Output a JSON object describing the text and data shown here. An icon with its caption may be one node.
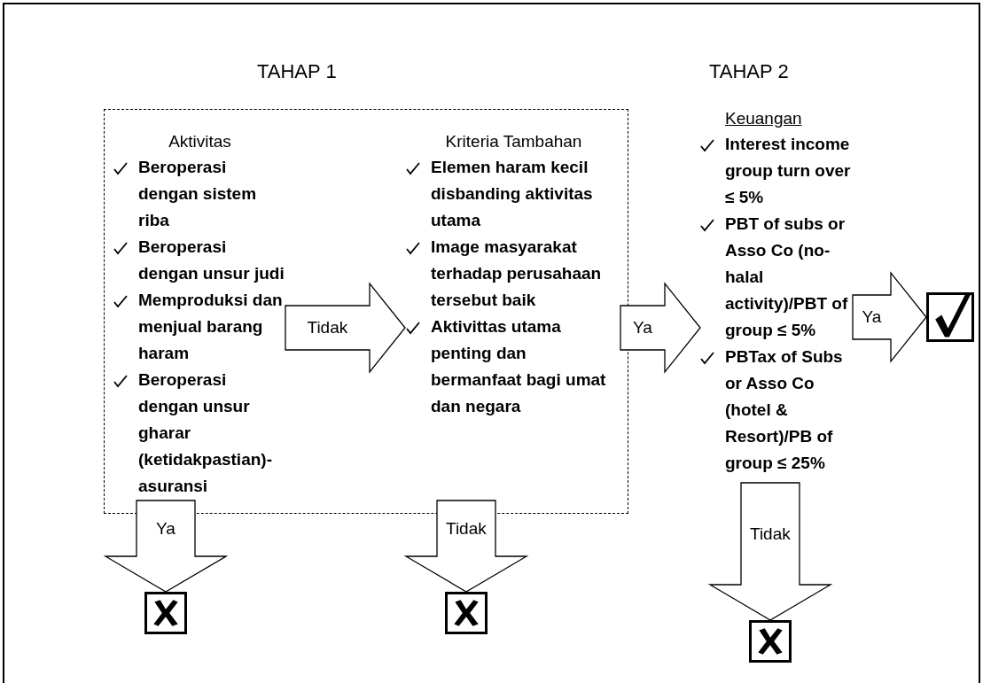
{
  "diagram": {
    "nodes": [
      {
        "text": [],
        "shape": "box"
      },
      {
        "text": [
          "Aktivitas",
          "Beroperasi dengan sistem riba",
          "Beroperasi dengan unsur judi",
          "Memproduksi dan menjual barang haram",
          "Beroperasi dengan unsur gharar (ketidakpastian)-asuransi"
        ],
        "in": 0
      },
      {
        "text": [
          "Kriteria Tambahan",
          "Elemen haram kecil disbanding aktivitas utama",
          "Image masyarakat terhadap perusahaan tersebut baik",
          "Aktivittas utama penting dan bermanfaat bagi umat dan negara"
        ],
        "in": 0
      },
      {
        "text": [
          "Keuangan",
          "Interest income group turn over ≤ 5%",
          "PBT of subs or Asso Co (no-halal activity)/PBT of group ≤ 5%",
          "PBTax of Subs or Asso Co (hotel & Resort)/PB of group ≤ 25%"
        ]
      },
      {
        "text": [],
        "shape": "box"
      },
      {
        "text": [],
        "shape": "box"
      },
      {
        "text": [],
        "shape": "box"
      },
      {
        "text": [],
        "shape": "box"
      }
    ],
    "edges": [
      {
        "from": 1,
        "to": 2,
        "arrow": "to",
        "label": "Tidak"
      },
      {
        "from": 2,
        "to": 3,
        "arrow": "to",
        "label": "Ya"
      },
      {
        "from": 3,
        "to": 4,
        "arrow": "to",
        "label": "Ya"
      },
      {
        "from": 1,
        "to": 5,
        "arrow": "to",
        "label": "Ya"
      },
      {
        "from": 2,
        "to": 6,
        "arrow": "to",
        "label": "Tidak"
      },
      {
        "from": 3,
        "to": 7,
        "arrow": "to",
        "label": "Tidak"
      }
    ],
    "labels": [
      "TAHAP 1",
      "TAHAP 2"
    ]
  }
}
